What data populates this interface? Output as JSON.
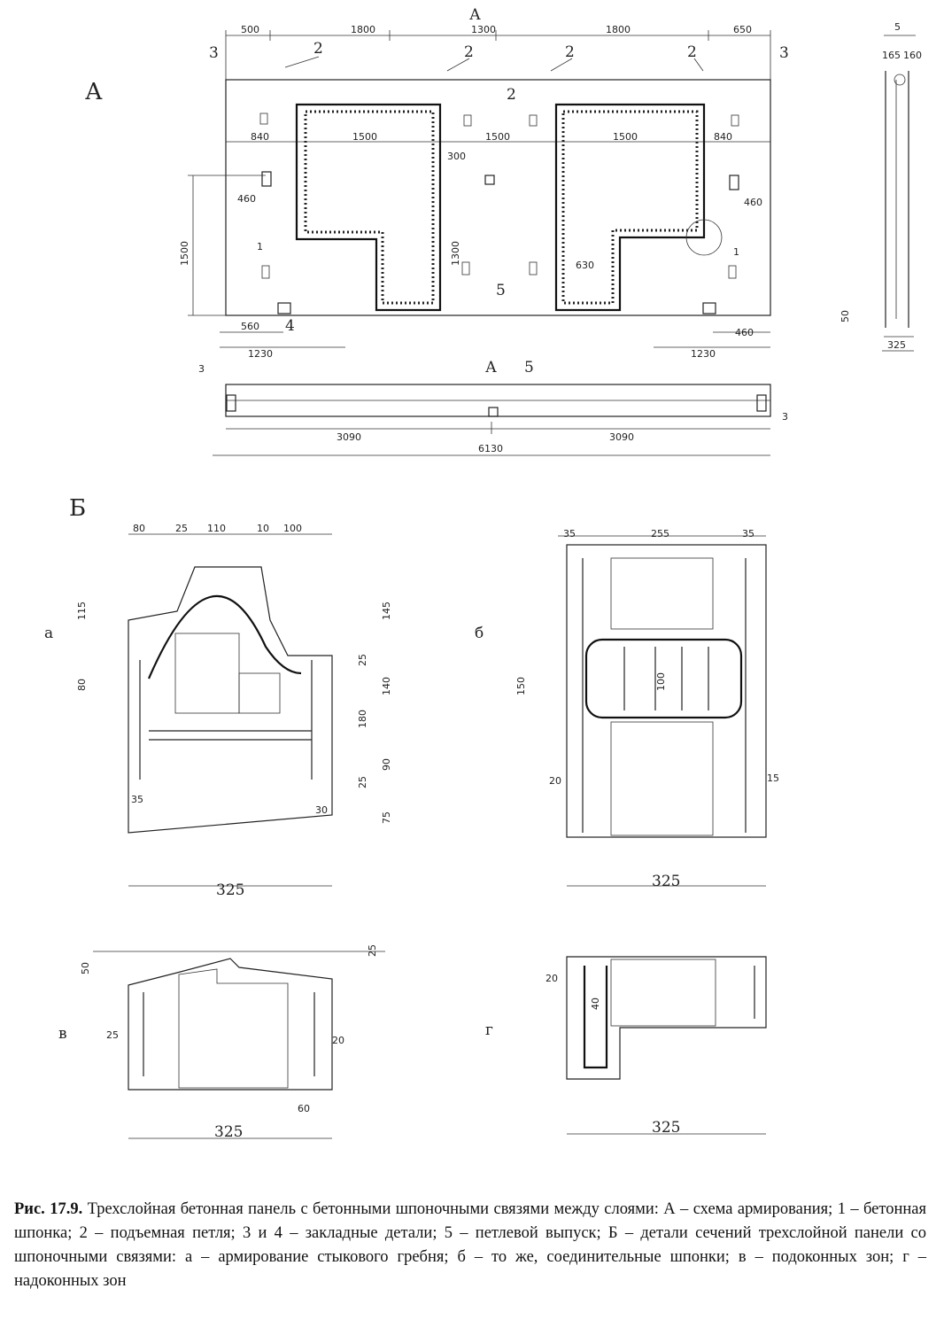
{
  "figure": {
    "view_labels": {
      "a": "А",
      "b": "Б"
    },
    "section_labels": {
      "a": "а",
      "b": "б",
      "v": "в",
      "g": "г"
    },
    "section_marker": "А",
    "panel_dims": {
      "top": [
        "500",
        "1800",
        "1300",
        "1800",
        "650"
      ],
      "windows": [
        "1500",
        "1500",
        "1500"
      ],
      "side": [
        "840",
        "840"
      ],
      "heights": [
        "1500",
        "1300"
      ],
      "offsets": [
        "460",
        "460"
      ],
      "bottom_inner": [
        "560",
        "460"
      ],
      "bottom_outer": [
        "1230",
        "1230"
      ],
      "sill": [
        "630",
        "300"
      ],
      "halves": [
        "3090",
        "3090"
      ],
      "total": "6130"
    },
    "callouts": [
      "1",
      "2",
      "3",
      "4",
      "5"
    ],
    "side_view": {
      "dims": [
        "5",
        "165",
        "160",
        "325",
        "50"
      ]
    },
    "section_a": {
      "top": [
        "80",
        "25",
        "110",
        "10",
        "100"
      ],
      "left": [
        "115",
        "80"
      ],
      "right": [
        "145",
        "25",
        "140",
        "180",
        "90",
        "25",
        "75"
      ],
      "bottom": [
        "35",
        "30"
      ],
      "width": "325"
    },
    "section_b": {
      "top": [
        "35",
        "255",
        "35"
      ],
      "left": [
        "150",
        "20"
      ],
      "inner": "100",
      "right": "15",
      "width": "325"
    },
    "section_v": {
      "top": [
        "50",
        "25"
      ],
      "left": "25",
      "right": [
        "20",
        "60"
      ],
      "width": "325"
    },
    "section_g": {
      "left": "20",
      "inner": "40",
      "width": "325"
    }
  },
  "caption": {
    "title": "Рис. 17.9.",
    "text": " Трехслойная бетонная панель с бетонными шпоночными связями между слоями: А – схема армирования; 1 – бетонная шпонка; 2 – подъемная петля; 3 и 4  – закладные детали; 5 – петлевой выпуск; Б – детали сечений трехслойной панели со шпоночными связями: а – армирование стыкового гребня; б – то же, соединительные шпонки; в – подоконных зон; г – надоконных зон"
  }
}
